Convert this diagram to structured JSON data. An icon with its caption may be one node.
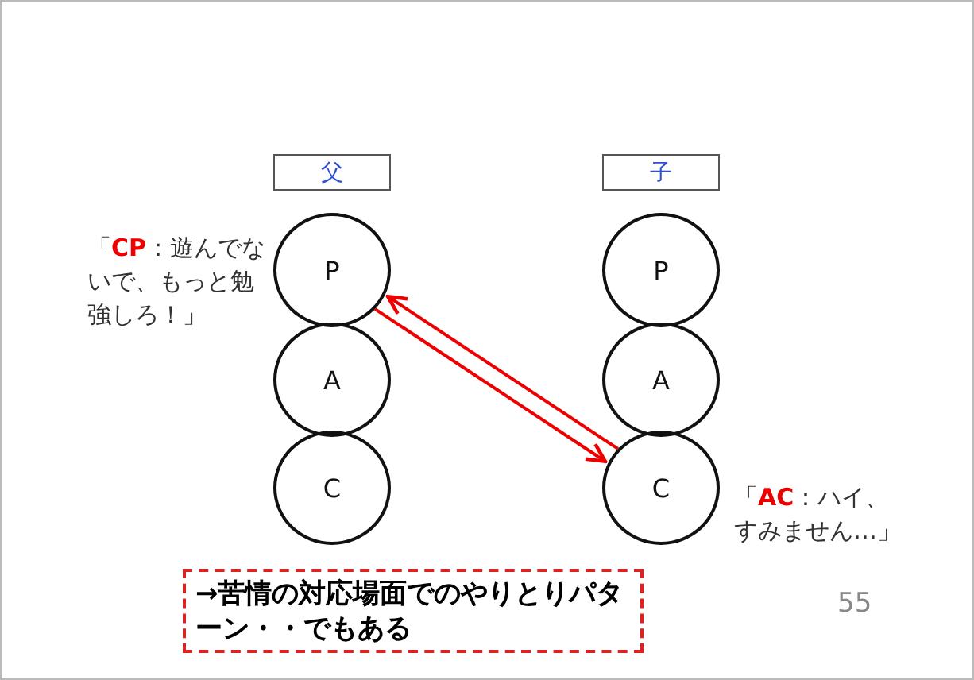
{
  "diagram": {
    "nodes": [
      {
        "text": [
          "父"
        ]
      },
      {
        "text": [
          "子"
        ]
      },
      {
        "text": [
          "P"
        ],
        "beside": [
          "「**CP**：遊んでないで、もっと勉強しろ！」"
        ]
      },
      {
        "text": [
          "A"
        ]
      },
      {
        "text": [
          "C"
        ]
      },
      {
        "text": [
          "P"
        ]
      },
      {
        "text": [
          "A"
        ]
      },
      {
        "text": [
          "C"
        ],
        "beside": [
          "「**AC**：ハイ、すみません…」"
        ]
      },
      {
        "text": [
          "→苦情の対応場面でのやりとりパターン・・でもある"
        ]
      }
    ],
    "edges": [
      {
        "from": 2,
        "to": 7,
        "arrow": "to"
      },
      {
        "from": 7,
        "to": 2,
        "arrow": "to"
      }
    ],
    "labels": [
      "55"
    ]
  }
}
